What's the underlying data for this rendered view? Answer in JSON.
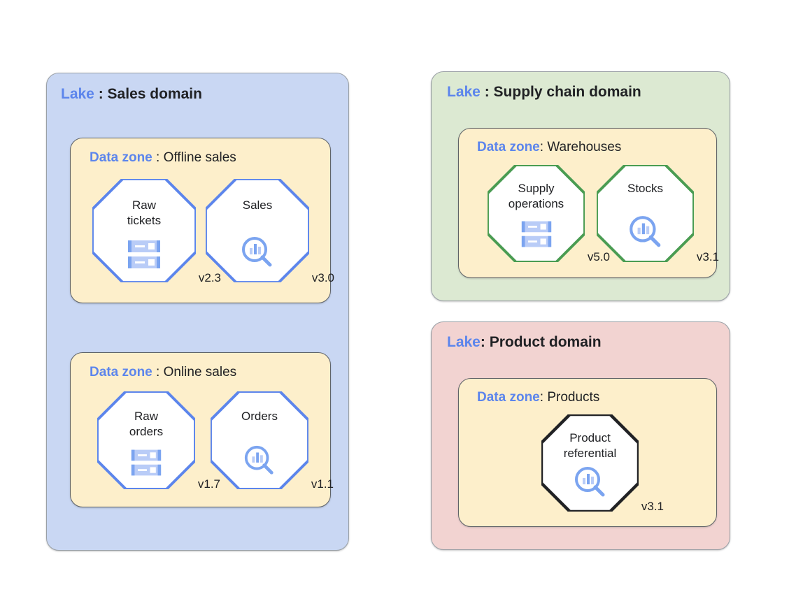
{
  "diagram": {
    "title_keyword_lake": "Lake",
    "title_keyword_zone": "Data zone",
    "colors": {
      "sales_lake_bg": "#c9d7f3",
      "supply_lake_bg": "#dce9d2",
      "product_lake_bg": "#f2d3d1",
      "data_zone_bg": "#fdefcb",
      "keyword_blue": "#5c85ec",
      "octagon_blue": "#5c85ec",
      "octagon_green": "#4a9c52",
      "octagon_black": "#202124",
      "icon_blue": "#7ba4f0",
      "icon_light_blue": "#b9ccf7"
    },
    "lakes": [
      {
        "id": "sales",
        "keyword": "Lake",
        "separator": " : ",
        "name": "Sales domain",
        "bg": "#c9d7f3",
        "zones": [
          {
            "id": "offline-sales",
            "keyword": "Data zone",
            "separator": " : ",
            "name": "Offline sales",
            "assets": [
              {
                "id": "raw-tickets",
                "label": "Raw\ntickets",
                "version": "v2.3",
                "icon": "database-server-icon",
                "border": "#5c85ec"
              },
              {
                "id": "sales",
                "label": "Sales",
                "version": "v3.0",
                "icon": "analytics-search-icon",
                "border": "#5c85ec"
              }
            ]
          },
          {
            "id": "online-sales",
            "keyword": "Data zone",
            "separator": " : ",
            "name": "Online sales",
            "assets": [
              {
                "id": "raw-orders",
                "label": "Raw\norders",
                "version": "v1.7",
                "icon": "database-server-icon",
                "border": "#5c85ec"
              },
              {
                "id": "orders",
                "label": "Orders",
                "version": "v1.1",
                "icon": "analytics-search-icon",
                "border": "#5c85ec"
              }
            ]
          }
        ]
      },
      {
        "id": "supply-chain",
        "keyword": "Lake",
        "separator": " : ",
        "name": "Supply chain domain",
        "bg": "#dce9d2",
        "zones": [
          {
            "id": "warehouses",
            "keyword": "Data zone",
            "separator": ": ",
            "name": "Warehouses",
            "assets": [
              {
                "id": "supply-operations",
                "label": "Supply\noperations",
                "version": "v5.0",
                "icon": "database-server-icon",
                "border": "#4a9c52"
              },
              {
                "id": "stocks",
                "label": "Stocks",
                "version": "v3.1",
                "icon": "analytics-search-icon",
                "border": "#4a9c52"
              }
            ]
          }
        ]
      },
      {
        "id": "product",
        "keyword": "Lake",
        "separator": ": ",
        "name": "Product domain",
        "bg": "#f2d3d1",
        "zones": [
          {
            "id": "products",
            "keyword": "Data zone",
            "separator": ": ",
            "name": "Products",
            "assets": [
              {
                "id": "product-referential",
                "label": "Product\nreferential",
                "version": "v3.1",
                "icon": "analytics-search-icon",
                "border": "#202124"
              }
            ]
          }
        ]
      }
    ]
  }
}
